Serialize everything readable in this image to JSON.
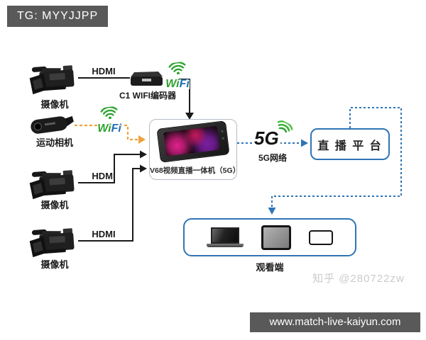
{
  "badge": {
    "label": "TG: MYYJJPP"
  },
  "footer": {
    "label": "www.match-live-kaiyun.com"
  },
  "watermark": {
    "label": "知乎 @280722zw"
  },
  "diagram": {
    "camera1": {
      "label": "摄像机"
    },
    "camera2": {
      "label": "摄像机"
    },
    "camera3": {
      "label": "摄像机"
    },
    "action_camera": {
      "label": "运动相机"
    },
    "encoder": {
      "label": "C1 WIFI编码器"
    },
    "hdmi1": {
      "label": "HDMI"
    },
    "hdmi2": {
      "label": "HDMI"
    },
    "hdmi3": {
      "label": "HDMI"
    },
    "wifi": {
      "part_green": "Wi",
      "part_blue": "Fi"
    },
    "v68": {
      "label": "V68视频直播一体机（5G）"
    },
    "network5g": {
      "icon": "5G",
      "label": "5G网络"
    },
    "platform": {
      "label": "直 播 平 台"
    },
    "viewers": {
      "label": "观看端"
    }
  },
  "colors": {
    "bar_bg": "#595959",
    "accent_blue": "#2e75b6",
    "accent_orange": "#eea33e",
    "accent_green": "#2fa32f",
    "line_black": "#1a1a1a"
  }
}
